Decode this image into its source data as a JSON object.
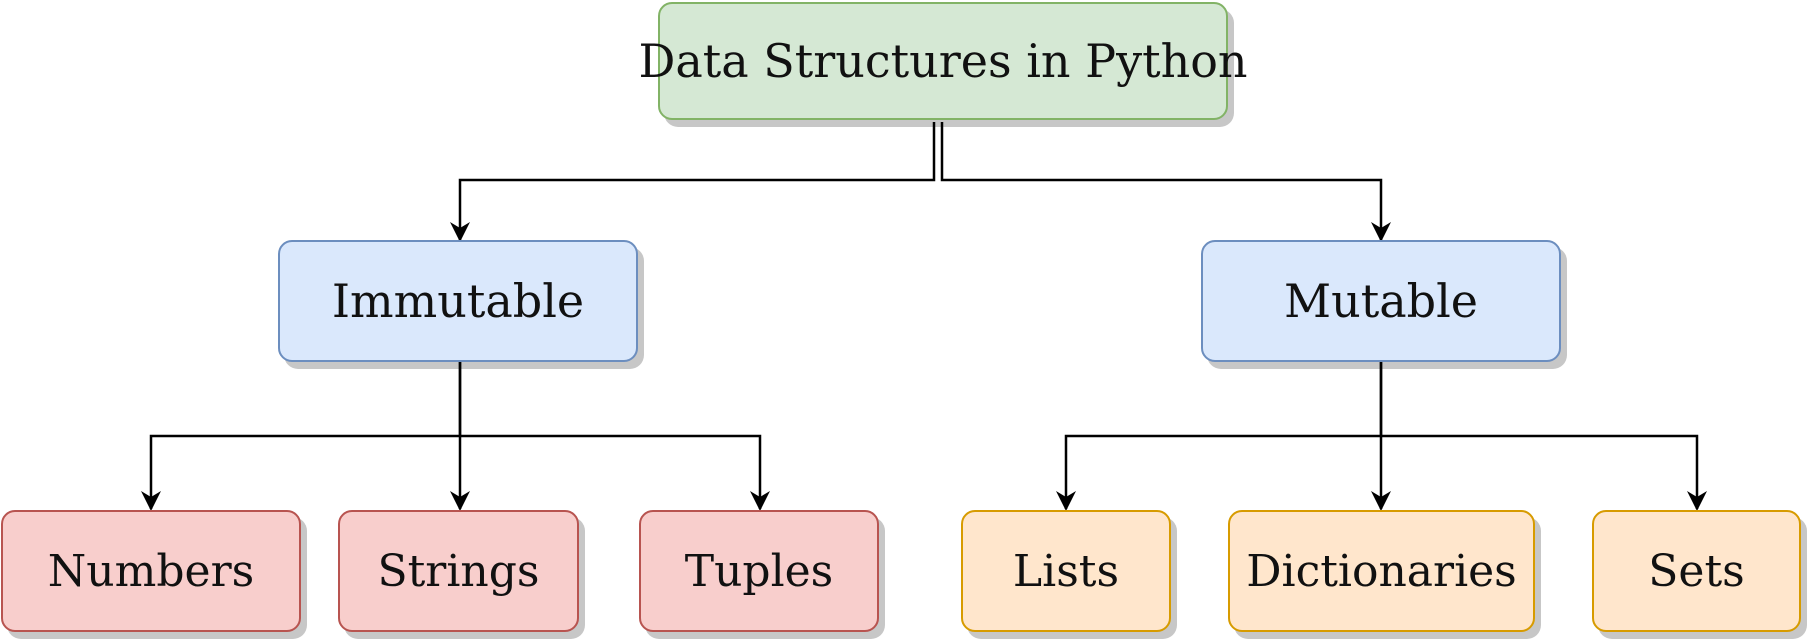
{
  "diagram": {
    "root": {
      "label": "Data Structures in Python"
    },
    "immutable": {
      "label": "Immutable",
      "children": [
        {
          "label": "Numbers"
        },
        {
          "label": "Strings"
        },
        {
          "label": "Tuples"
        }
      ]
    },
    "mutable": {
      "label": "Mutable",
      "children": [
        {
          "label": "Lists"
        },
        {
          "label": "Dictionaries"
        },
        {
          "label": "Sets"
        }
      ]
    },
    "colors": {
      "root_fill": "#d5e8d4",
      "root_stroke": "#82b366",
      "category_fill": "#dae8fc",
      "category_stroke": "#6c8ebf",
      "immutable_leaf_fill": "#f8cecc",
      "immutable_leaf_stroke": "#b85450",
      "mutable_leaf_fill": "#ffe6cc",
      "mutable_leaf_stroke": "#d79b00"
    }
  }
}
